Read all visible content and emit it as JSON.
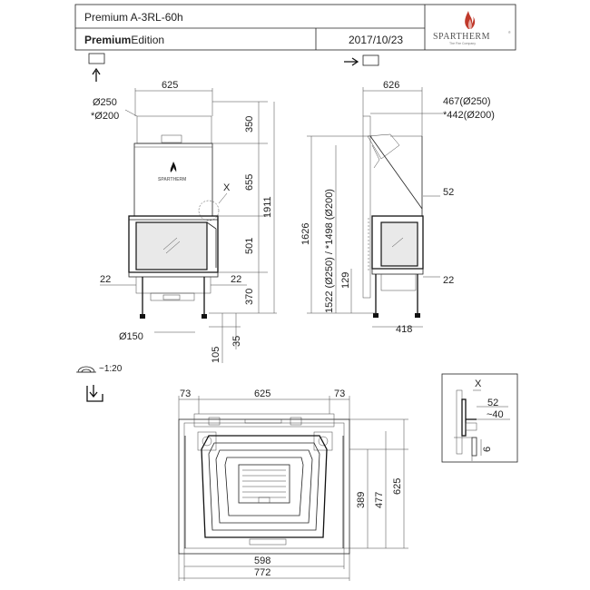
{
  "header": {
    "title": "Premium A-3RL-60h",
    "edition_bold": "Premium",
    "edition_rest": "Edition",
    "date": "2017/10/23",
    "brand": "SPARTHERM",
    "brand_registered": "®",
    "brand_sub": "The Fire Company"
  },
  "front_view": {
    "width": "625",
    "flue_1": "Ø250",
    "flue_2": "*Ø200",
    "height_top": "350",
    "height_mid": "655",
    "height_low": "501",
    "height_base": "370",
    "height_total": "1911",
    "left_22": "22",
    "right_22": "22",
    "air_inlet": "Ø150",
    "foot_105": "105",
    "foot_35": "35",
    "detail_marker": "X",
    "stove_brand": "SPARTHERM"
  },
  "side_view": {
    "width": "626",
    "flue_offset_1": "467(Ø250)",
    "flue_offset_2": "*442(Ø200)",
    "dim_52": "52",
    "dim_22": "22",
    "height_1626": "1626",
    "height_flue": "1522 (Ø250) / *1498 (Ø200)",
    "dim_129": "129",
    "depth_418": "418"
  },
  "plan_view": {
    "scale": "~1:20",
    "left_73": "73",
    "width_625": "625",
    "right_73": "73",
    "dim_389": "389",
    "dim_477": "477",
    "dim_625": "625",
    "width_598": "598",
    "width_772": "772"
  },
  "detail_view": {
    "marker": "X",
    "dim_52": "52",
    "dim_40": "~40",
    "dim_6": "6"
  }
}
